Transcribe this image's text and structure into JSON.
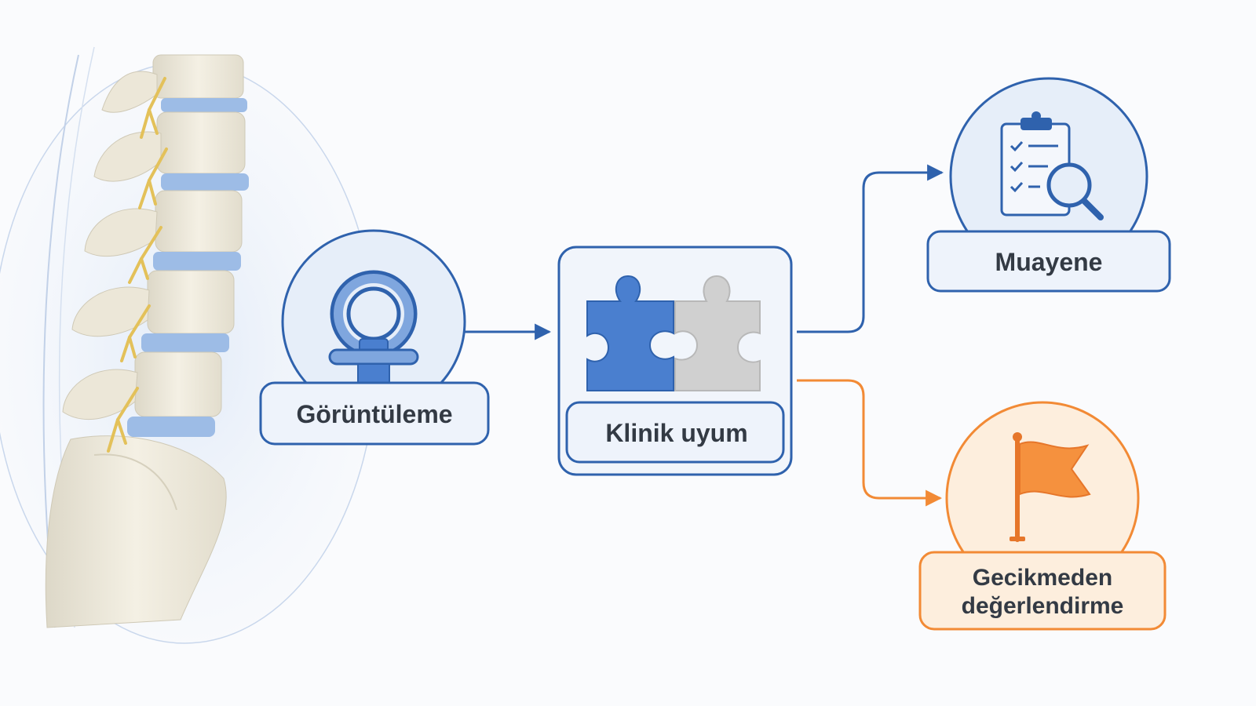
{
  "diagram": {
    "nodes": {
      "imaging": {
        "label": "Görüntüleme",
        "icon": "mri-scanner-icon"
      },
      "clinical": {
        "label": "Klinik uyum",
        "icon": "puzzle-icon"
      },
      "exam": {
        "label": "Muayene",
        "icon": "clipboard-search-icon"
      },
      "urgent": {
        "label_line1": "Gecikmeden",
        "label_line2": "değerlendirme",
        "icon": "flag-icon"
      }
    },
    "edges": [
      {
        "from": "imaging",
        "to": "clinical"
      },
      {
        "from": "clinical",
        "to": "exam"
      },
      {
        "from": "clinical",
        "to": "urgent"
      }
    ],
    "colors": {
      "primary_blue": "#2f62ad",
      "light_blue_fill": "#e6eef9",
      "mid_blue": "#4a7fcf",
      "puzzle_gray": "#d0d0d0",
      "orange": "#f28a35",
      "light_orange_fill": "#fdeedd",
      "text_dark": "#333a44"
    }
  }
}
